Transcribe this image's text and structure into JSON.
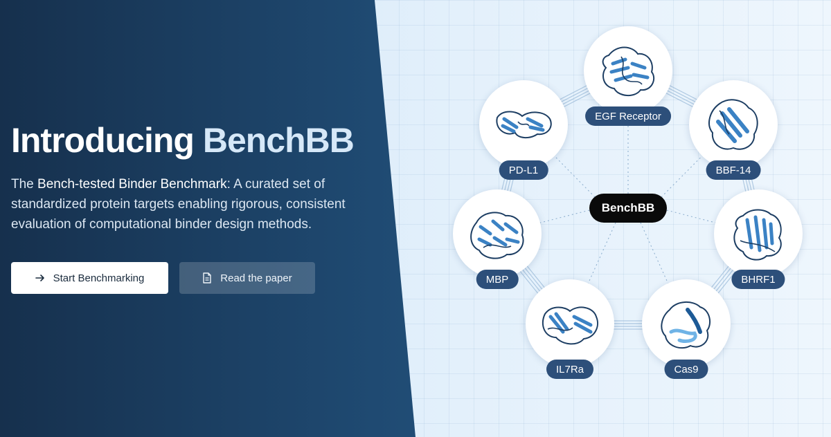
{
  "hero": {
    "title_prefix": "Introducing ",
    "title_brand": "BenchBB",
    "desc_prefix": "The ",
    "desc_bold": "Bench-tested Binder Benchmark",
    "desc_rest": ": A curated set of standardized protein targets enabling rigorous, consistent evaluation of computational binder design methods."
  },
  "buttons": {
    "start_label": "Start Benchmarking",
    "paper_label": "Read the paper"
  },
  "icons": {
    "start": "arrow-right-icon",
    "paper": "document-icon"
  },
  "colors": {
    "hub": "#0a0a0a",
    "label": "#2d4f7a",
    "protein": "#3b82c4",
    "protein_dark": "#1d3e63"
  },
  "network": {
    "hub_label": "BenchBB",
    "targets": [
      {
        "name": "EGF Receptor"
      },
      {
        "name": "BBF-14"
      },
      {
        "name": "BHRF1"
      },
      {
        "name": "Cas9"
      },
      {
        "name": "IL7Ra"
      },
      {
        "name": "MBP"
      },
      {
        "name": "PD-L1"
      }
    ]
  }
}
